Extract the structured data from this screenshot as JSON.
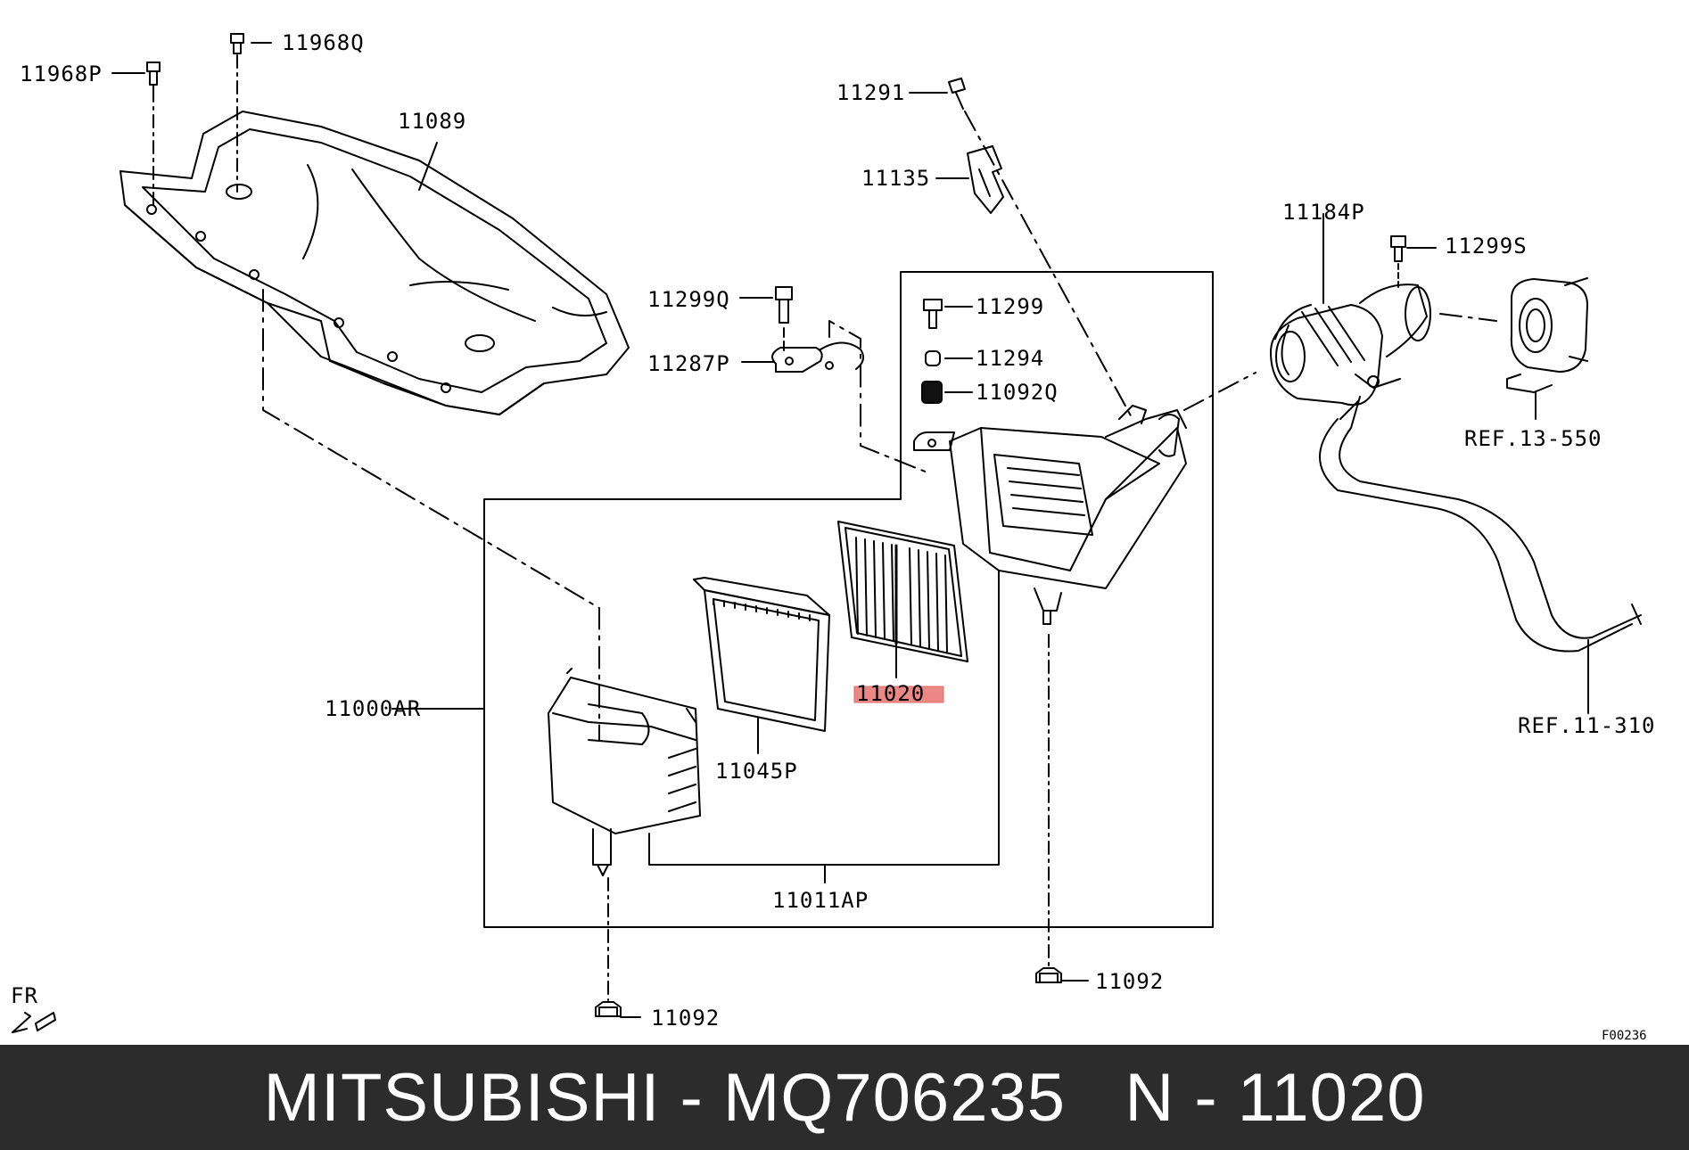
{
  "diagram": {
    "labels": {
      "p11968P": "11968P",
      "p11968Q": "11968Q",
      "p11089": "11089",
      "p11291": "11291",
      "p11135": "11135",
      "p11184P": "11184P",
      "p11299S": "11299S",
      "p11299Q": "11299Q",
      "p11287P": "11287P",
      "p11299": "11299",
      "p11294": "11294",
      "p11092Q": "11092Q",
      "ref13": "REF.13-550",
      "p11000AR": "11000AR",
      "p11020": "11020",
      "p11045P": "11045P",
      "ref11": "REF.11-310",
      "p11011AP": "11011AP",
      "p11092a": "11092",
      "p11092b": "11092",
      "fr": "FR",
      "figure_code": "F00236"
    },
    "highlight_color": "#e8736f"
  },
  "footer": {
    "title": "MITSUBISHI - MQ706235   N - 11020",
    "background": "#2c2c2c"
  }
}
